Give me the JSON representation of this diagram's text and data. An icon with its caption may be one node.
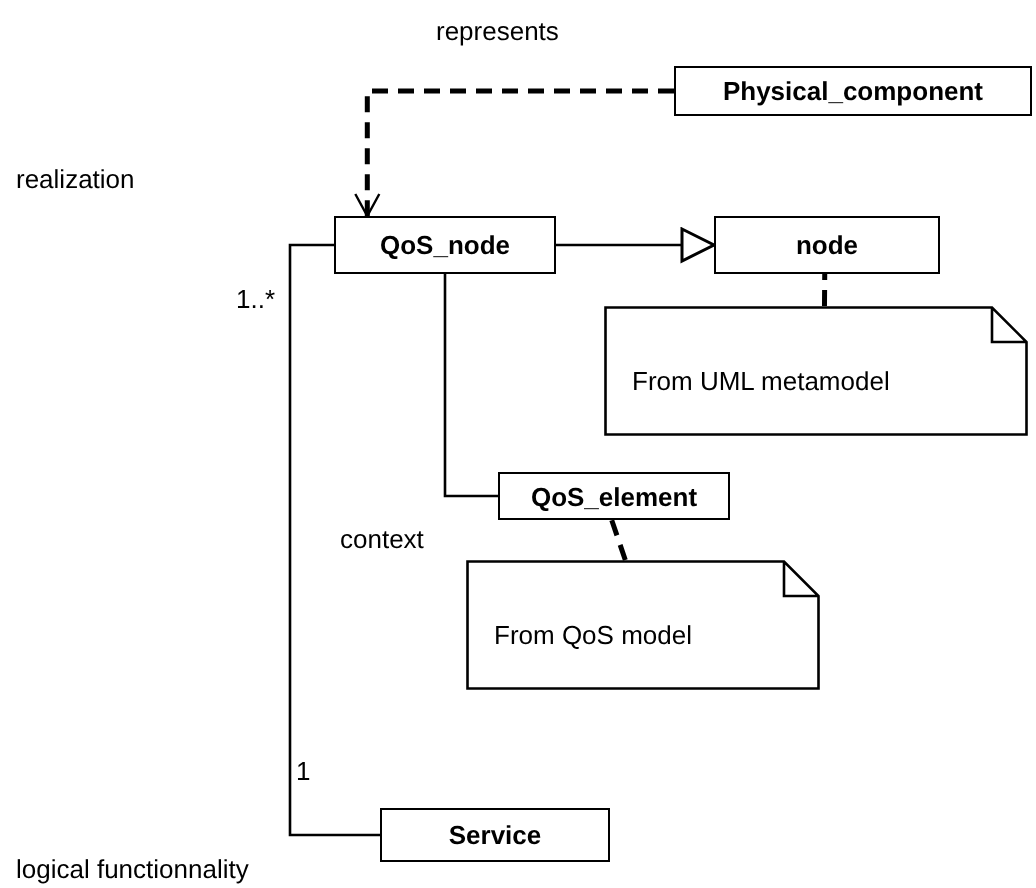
{
  "diagram": {
    "nodes": [
      {
        "text": [
          "Physical_component"
        ]
      },
      {
        "text": [
          "QoS_node"
        ]
      },
      {
        "text": [
          "node"
        ]
      },
      {
        "text": [
          "From UML metamodel"
        ]
      },
      {
        "text": [
          "QoS_element"
        ]
      },
      {
        "text": [
          "From QoS model"
        ]
      },
      {
        "text": [
          "Service"
        ]
      }
    ],
    "edges": [
      {
        "from": 0,
        "to": 1,
        "arrow": "to",
        "style": "dashed",
        "label": "represents"
      },
      {
        "from": 1,
        "to": 2,
        "arrow": "to"
      },
      {
        "from": 1,
        "to": 4,
        "arrow": "none"
      },
      {
        "from": 1,
        "to": 6,
        "arrow": "none"
      },
      {
        "from": 3,
        "to": 2,
        "arrow": "none",
        "style": "dashed"
      },
      {
        "from": 5,
        "to": 4,
        "arrow": "none",
        "style": "dashed"
      }
    ],
    "labels": [
      "realization",
      "1..*",
      "context",
      "1",
      "logical functionnality"
    ]
  }
}
